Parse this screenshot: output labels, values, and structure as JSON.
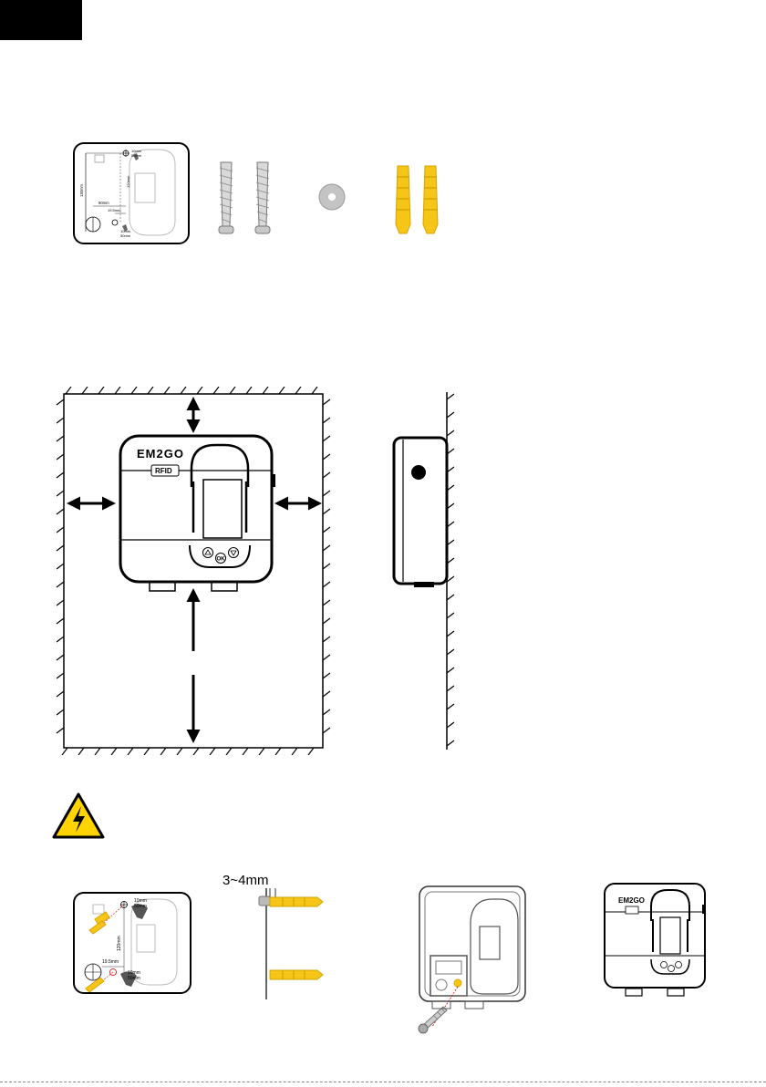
{
  "template_card_top": {
    "dims": [
      "130mm",
      "120mm",
      "90mm",
      "19.5mm",
      "10mm",
      "50mm"
    ]
  },
  "brand": {
    "logo_text": "EM2GO",
    "rfid_label": "RFID",
    "ok_label": "OK"
  },
  "drill_step": {
    "dim_vertical": "120mm",
    "dim_offset": "19.5mm",
    "drill_top": [
      "10mm",
      "50mm"
    ],
    "drill_bottom": [
      "10mm",
      "50mm"
    ]
  },
  "anchor_step": {
    "gap_label": "3~4mm"
  },
  "colors": {
    "anchor_yellow": "#F5C518",
    "warning_yellow": "#FFD400"
  }
}
